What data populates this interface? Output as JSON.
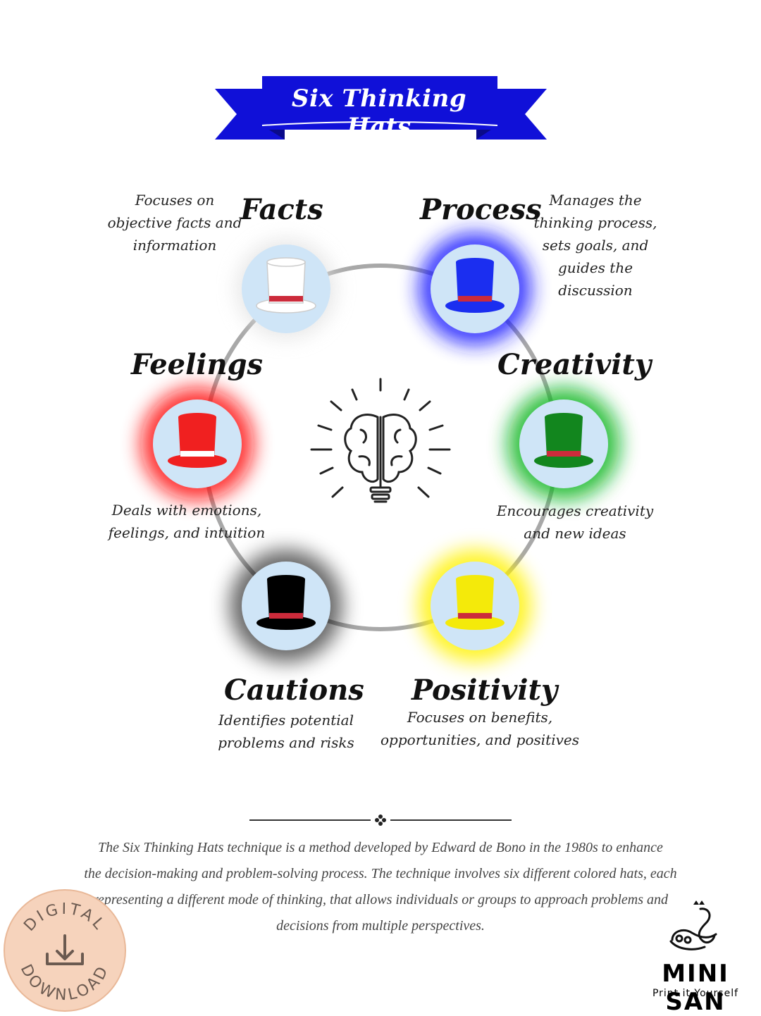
{
  "title": "Six Thinking Hats",
  "colors": {
    "ribbon": "#1010d8",
    "ribbon_dark": "#0a0a8a",
    "ring": "#a8a8a8",
    "hat_disc": "#cfe5f7",
    "hat_band": "#cc2b3b",
    "badge": "#f6d3bc"
  },
  "hats": [
    {
      "key": "white",
      "title": "Facts",
      "description_lines": [
        "Focuses on",
        "objective facts and",
        "information"
      ],
      "color": "#ffffff",
      "glow": "#ffffff"
    },
    {
      "key": "blue",
      "title": "Process",
      "description_lines": [
        "Manages the",
        "thinking process,",
        "sets goals, and",
        "guides the",
        "discussion"
      ],
      "color": "#1b2ef0",
      "glow": "#1a1aff"
    },
    {
      "key": "red",
      "title": "Feelings",
      "description_lines": [
        "Deals with emotions,",
        "feelings, and intuition"
      ],
      "color": "#f02020",
      "glow": "#ff1010"
    },
    {
      "key": "green",
      "title": "Creativity",
      "description_lines": [
        "Encourages creativity",
        "and new ideas"
      ],
      "color": "#12861e",
      "glow": "#11b620"
    },
    {
      "key": "black",
      "title": "Cautions",
      "description_lines": [
        "Identifies potential",
        "problems and risks"
      ],
      "color": "#000000",
      "glow": "#000000"
    },
    {
      "key": "yellow",
      "title": "Positivity",
      "description_lines": [
        "Focuses on benefits,",
        "opportunities, and positives"
      ],
      "color": "#f4ea0a",
      "glow": "#fff200"
    }
  ],
  "center_icon": "brain-lightbulb-icon",
  "paragraph_lines": [
    "The Six Thinking Hats technique is a method developed by Edward de Bono in the 1980s to enhance",
    "the decision-making and problem-solving process. The technique involves six different colored hats, each",
    "representing a different mode of thinking, that allows individuals or groups to approach problems and",
    "decisions from multiple perspectives."
  ],
  "badge": {
    "top": "DIGITAL",
    "bottom": "DOWNLOAD",
    "icon": "download-icon"
  },
  "brand": {
    "name": "MINI SAN",
    "tagline": "Print it Yourself",
    "icon": "swan-logo-icon"
  }
}
